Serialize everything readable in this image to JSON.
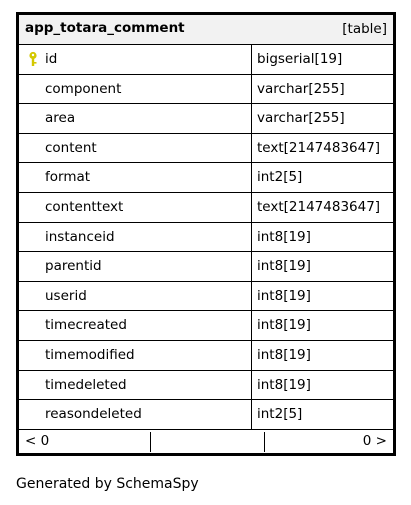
{
  "table": {
    "name": "app_totara_comment",
    "kind": "[table]",
    "columns": [
      {
        "name": "id",
        "type": "bigserial[19]",
        "primary_key": true
      },
      {
        "name": "component",
        "type": "varchar[255]"
      },
      {
        "name": "area",
        "type": "varchar[255]"
      },
      {
        "name": "content",
        "type": "text[2147483647]"
      },
      {
        "name": "format",
        "type": "int2[5]"
      },
      {
        "name": "contenttext",
        "type": "text[2147483647]"
      },
      {
        "name": "instanceid",
        "type": "int8[19]"
      },
      {
        "name": "parentid",
        "type": "int8[19]"
      },
      {
        "name": "userid",
        "type": "int8[19]"
      },
      {
        "name": "timecreated",
        "type": "int8[19]"
      },
      {
        "name": "timemodified",
        "type": "int8[19]"
      },
      {
        "name": "timedeleted",
        "type": "int8[19]"
      },
      {
        "name": "reasondeleted",
        "type": "int2[5]"
      }
    ],
    "footer": {
      "parents": "< 0",
      "children": "0 >"
    }
  },
  "credit": "Generated by SchemaSpy",
  "colors": {
    "key_icon": "#d4c800",
    "header_bg": "#f2f2f2"
  }
}
